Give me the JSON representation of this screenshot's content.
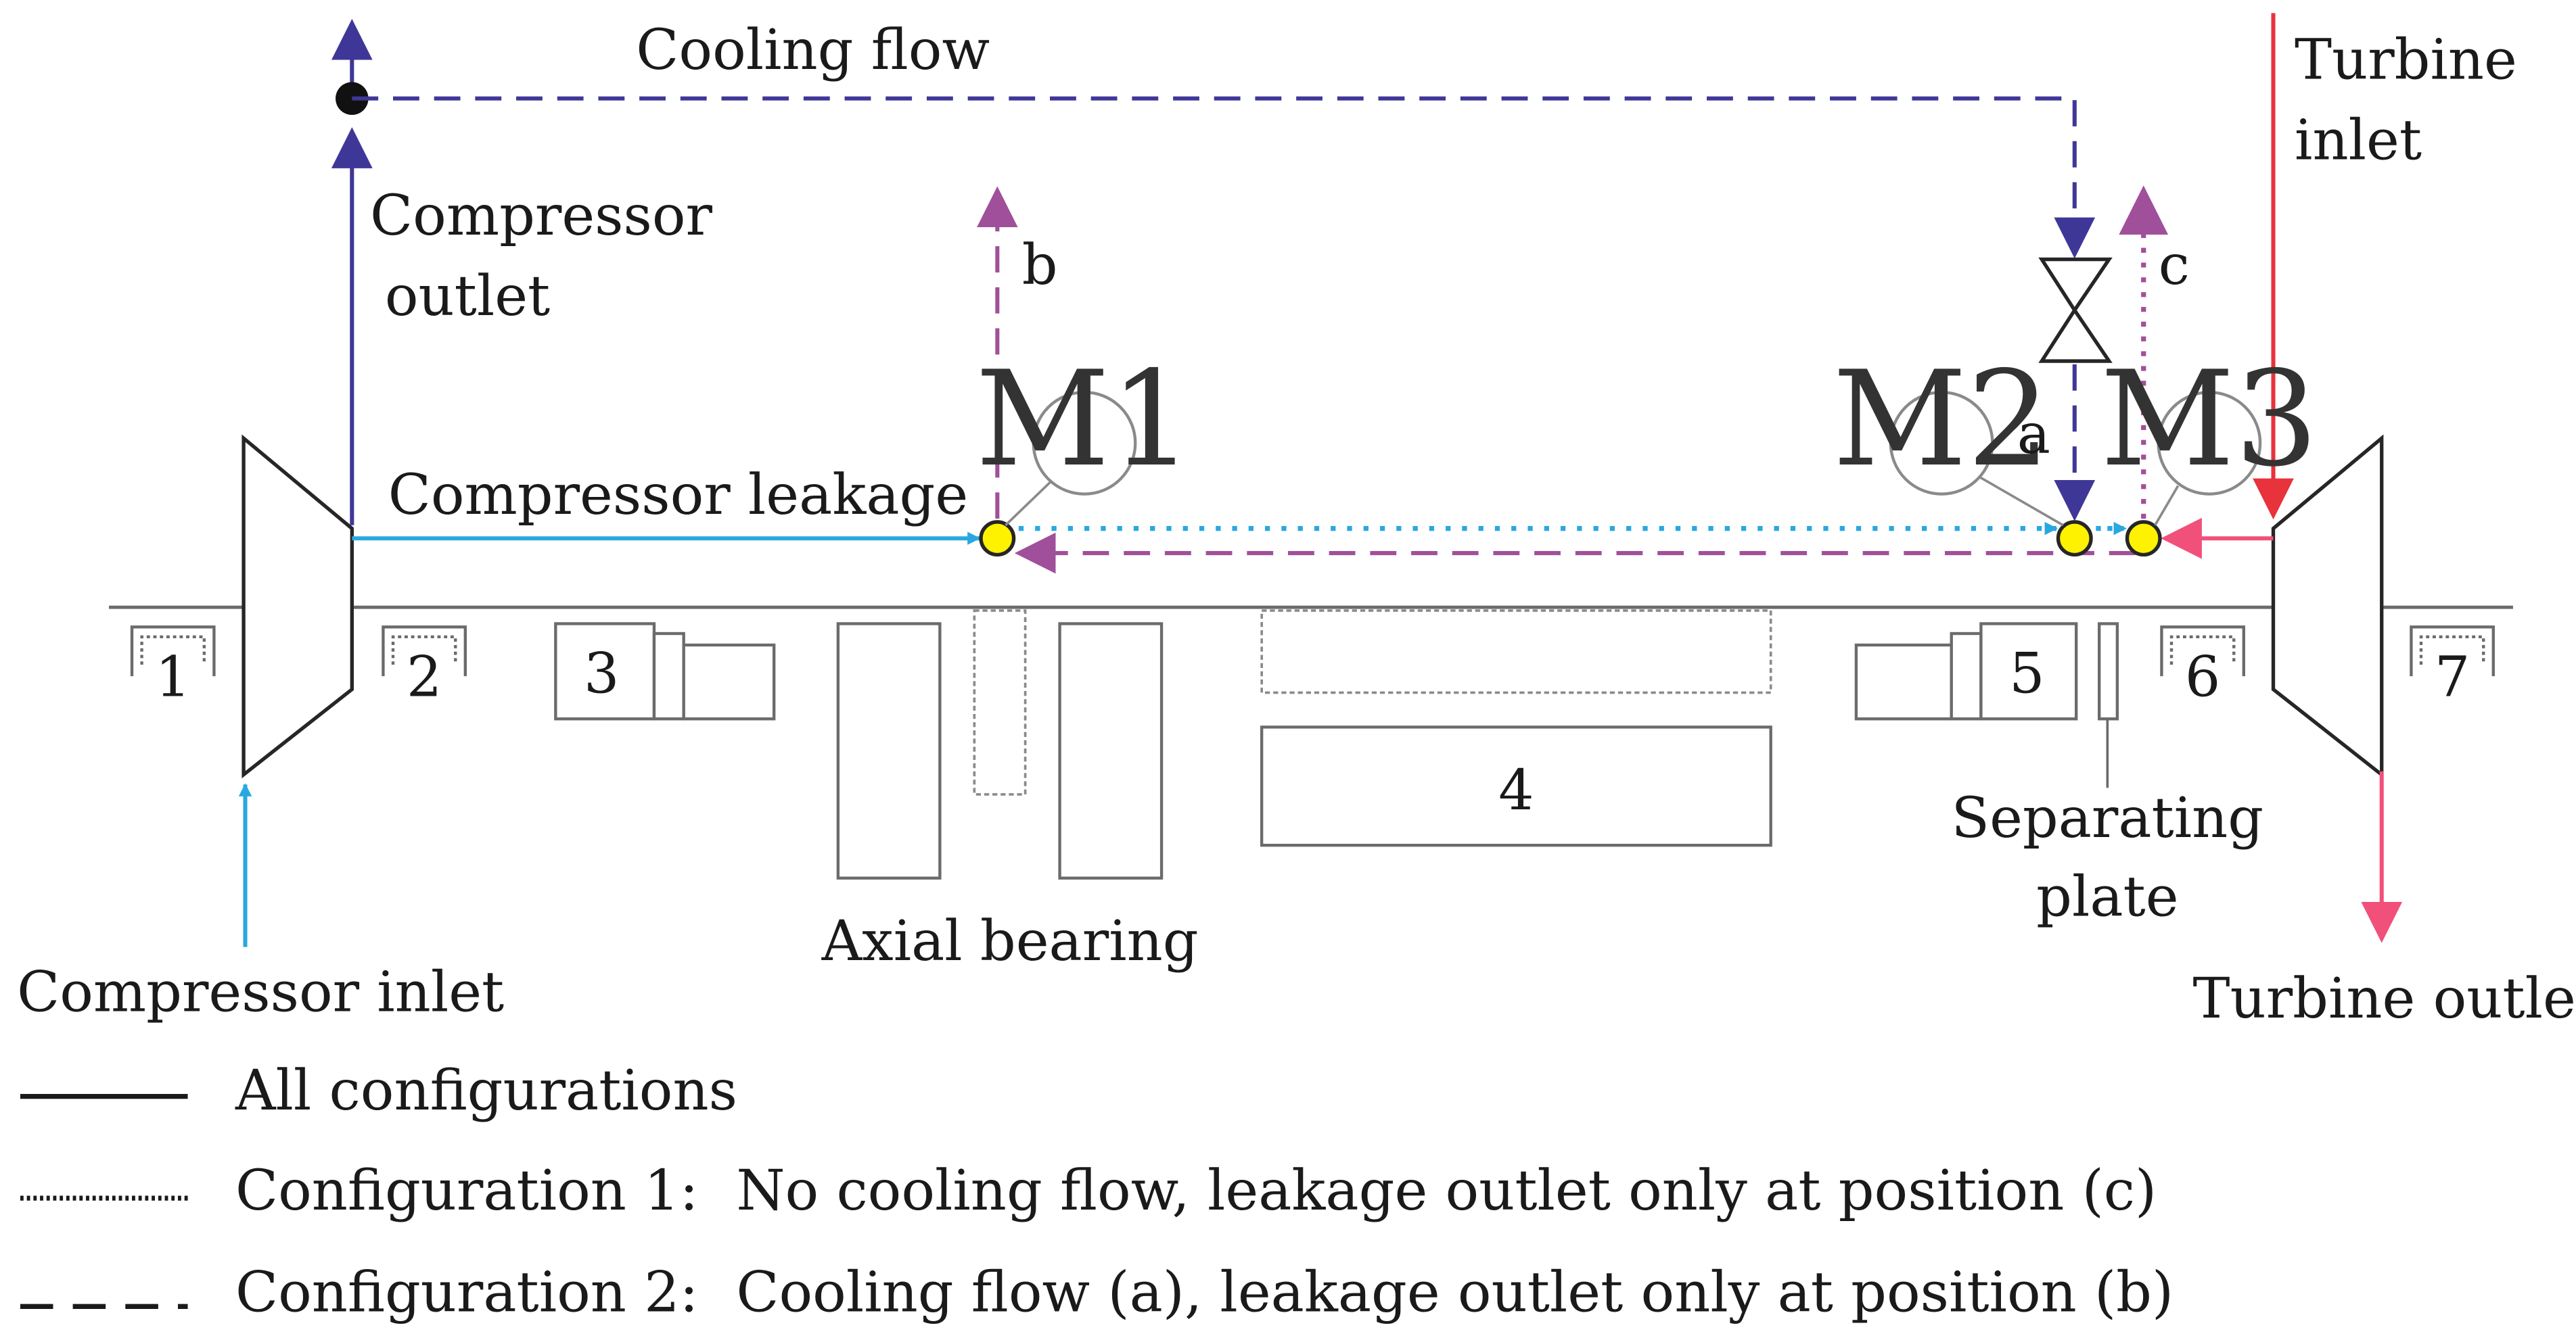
{
  "colors": {
    "compressor_inlet": "#29a8e0",
    "compressor_outlet": "#3f3797",
    "cooling_flow": "#3f3797",
    "leakage_b": "#a0509a",
    "leakage_c": "#a0509a",
    "config1_leak": "#29a8e0",
    "turbine_inlet": "#e8323c",
    "turbine_outlet": "#f0507a",
    "measurement_point": "#fff200",
    "outline": "#262626",
    "housing": "#6b6b6b"
  },
  "labels": {
    "cooling_flow": "Cooling flow",
    "compressor_outlet_line1": "Compressor",
    "compressor_outlet_line2": "outlet",
    "compressor_leakage": "Compressor leakage",
    "compressor_inlet": "Compressor inlet",
    "turbine_inlet_line1": "Turbine",
    "turbine_inlet_line2": "inlet",
    "turbine_outlet": "Turbine outlet",
    "axial_bearing": "Axial bearing",
    "separating_plate_line1": "Separating",
    "separating_plate_line2": "plate",
    "point_b": "b",
    "point_c": "c",
    "point_a": "a"
  },
  "measurement_points": [
    "M1",
    "M2",
    "M3"
  ],
  "components": [
    "1",
    "2",
    "3",
    "4",
    "5",
    "6",
    "7"
  ],
  "legend": [
    {
      "style": "solid",
      "label": "All configurations",
      "description": ""
    },
    {
      "style": "dotted",
      "label": "Configuration 1:",
      "description": "No cooling flow, leakage outlet only at position (c)"
    },
    {
      "style": "dashed",
      "label": "Configuration 2:",
      "description": "Cooling flow (a), leakage outlet only at position (b)"
    }
  ]
}
